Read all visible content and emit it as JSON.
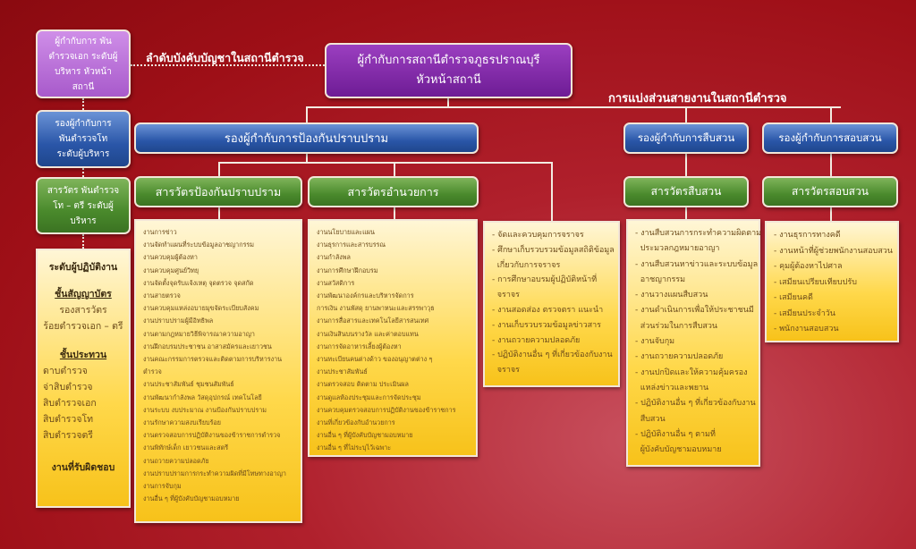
{
  "legend": {
    "commander": "ผู้กำกับการ พันตำรวจเอก ระดับผู้บริหาร หัวหน้าสถานี",
    "deputy": "รองผู้กำกับการ พันตำรวจโท ระดับผู้บริหาร",
    "inspector": "สารวัตร พันตำรวจโท – ตรี ระดับผู้บริหาร",
    "operational": {
      "title": "ระดับผู้ปฏิบัติงาน",
      "commissioned_title": "ชั้นสัญญาบัตร",
      "commissioned": [
        "รองสารวัตร",
        "ร้อยตำรวจเอก – ตรี"
      ],
      "noncom_title": "ชั้นประทวน",
      "noncom": [
        "ดาบตำรวจ",
        "จ่าสิบตำรวจ",
        "สิบตำรวจเอก",
        "สิบตำรวจโท",
        "สิบตำรวจตรี"
      ],
      "duties": "งานที่รับผิดชอบ"
    }
  },
  "chain_label": "ลำดับบังคับบัญชาในสถานีตำรวจ",
  "head": {
    "line1": "ผู้กำกับการสถานีตำรวจภูธรปราณบุรี",
    "line2": "หัวหน้าสถานี"
  },
  "division_label": "การแบ่งส่วนสายงานในสถานีตำรวจ",
  "deputies": [
    "รองผู้กำกับการป้องกันปราบปราม",
    "รองผู้กำกับการสืบสวน",
    "รองผู้กำกับการสอบสวน"
  ],
  "inspectors": [
    "สารวัตรป้องกันปราบปราม",
    "สารวัตรอำนวยการ",
    "สารวัตรสืบสวน",
    "สารวัตรสอบสวน"
  ],
  "duties": {
    "prevention": [
      "งานการข่าว",
      "งานจัดทำแผนที่ระบบข้อมูลอาชญากรรม",
      "งานควบคุมผู้ต้องหา",
      "งานควบคุมศูนย์วิทยุ",
      "งานจัดตั้งจุดรับแจ้งเหตุ จุดตรวจ จุดสกัด",
      "งานสายตรวจ",
      "งานควบคุมแหล่งอบายมุขจัดระเบียบสังคม",
      "งานปราบปรามผู้มีอิทธิพล",
      "งานตามกฎหมายวิธีพิจารณาความอาญา",
      "งานฝึกอบรมประชาชน อาสาสมัครและเยาวชน",
      "งานคณะกรรมการตรวจและติดตามการบริหารงาน",
      "ตำรวจ",
      "งานประชาสัมพันธ์ ชุมชนสัมพันธ์",
      "งานพัฒนากำลังพล วัสดุอุปกรณ์ เทคโนโลยี",
      "งานระบบ งบประมาณ งานป้องกันปราบปราม",
      "งานรักษาความสงบเรียบร้อย",
      "งานตรวจสอบการปฏิบัติงานของข้าราชการตำรวจ",
      "งานพิทักษ์เด็ก เยาวชนและสตรี",
      "งานถวายความปลอดภัย",
      "งานปราบปรามการกระทำความผิดที่มีโทษทางอาญา",
      "งานการจับกุม",
      "งานอื่น ๆ ที่ผู้บังคับบัญชามอบหมาย"
    ],
    "admin": [
      "งานนโยบายและแผน",
      "งานธุรการและสารบรรณ",
      "งานกำลังพล",
      "งานการศึกษาฝึกอบรม",
      "งานสวัสดิการ",
      "งานพัฒนาองค์กรและบริหารจัดการ",
      "การเงิน งานพัสดุ ยานพาหนะและสรรพาวุธ",
      "งานการสื่อสารและเทคโนโลยีสารสนเทศ",
      "งานเงินสินบนรางวัล และค่าตอบแทน",
      "งานการจัดอาหารเลี้ยงผู้ต้องหา",
      "งานทะเบียนคนต่างด้าว ของอนุญาตต่าง ๆ",
      "งานประชาสัมพันธ์",
      "งานตรวจสอบ ติดตาม ประเมินผล",
      "งานดูแลห้องประชุมและการจัดประชุม",
      "งานควบคุมตรวจสอบการปฏิบัติงานของข้าราชการ",
      "งานที่เกี่ยวข้องกับอำนวยการ",
      "งานอื่น ๆ ที่ผู้บังคับบัญชามอบหมาย",
      "งานอื่น ๆ ที่ไม่ระบุไว้เฉพาะ"
    ],
    "traffic": [
      "- จัดและควบคุมการจราจร",
      "- ศึกษาเก็บรวบรวมข้อมูลสถิติข้อมูล",
      "  เกี่ยวกับการจราจร",
      "- การศึกษาอบรมผู้ปฏิบัติหน้าที่",
      "  จราจร",
      "- งานสอดส่อง ตรวจตรา แนะนำ",
      "- งานเก็บรวบรวมข้อมูลข่าวสาร",
      "- งานถวายความปลอดภัย",
      "- ปฏิบัติงานอื่น ๆ ที่เกี่ยวข้องกับงาน",
      "  จราจร"
    ],
    "investigation": [
      "- งานสืบสวนการกระทำความผิดตาม",
      "  ประมวลกฎหมายอาญา",
      "- งานสืบสวนหาข่าวและระบบข้อมูล",
      "  อาชญากรรม",
      "- งานวางแผนสืบสวน",
      "- งานดำเนินการเพื่อให้ประชาชนมี",
      "  ส่วนร่วมในการสืบสวน",
      "- งานจับกุม",
      "- งานถวายความปลอดภัย",
      "- งานปกปิดและให้ความคุ้มครอง",
      "  แหล่งข่าวและพยาน",
      "- ปฏิบัติงานอื่น ๆ ที่เกี่ยวข้องกับงาน",
      "  สืบสวน",
      "- ปฏิบัติงานอื่น ๆ ตามที่",
      "  ผู้บังคับบัญชามอบหมาย"
    ],
    "inquiry": [
      "- งานธุรการทางคดี",
      "- งานหน้าที่ผู้ช่วยพนักงานสอบสวน",
      "- คุมผู้ต้องหาไปศาล",
      "- เสมียนเปรียบเทียบปรับ",
      "- เสมียนคดี",
      "- เสมียนประจำวัน",
      "- พนักงานสอบสวน"
    ]
  }
}
